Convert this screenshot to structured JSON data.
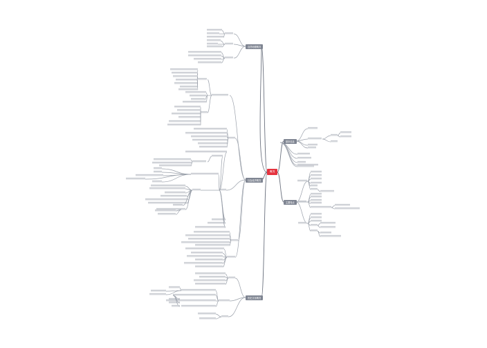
{
  "root": {
    "label": "概况"
  },
  "branches": {
    "tr1": {
      "label": "基本信息"
    },
    "tr2": {
      "label": "主要特点"
    },
    "lt1": {
      "label": "自然地理概况"
    },
    "lm1": {
      "label": "社会经济概况"
    },
    "lb1": {
      "label": "历史文化概况"
    }
  },
  "texts": {}
}
